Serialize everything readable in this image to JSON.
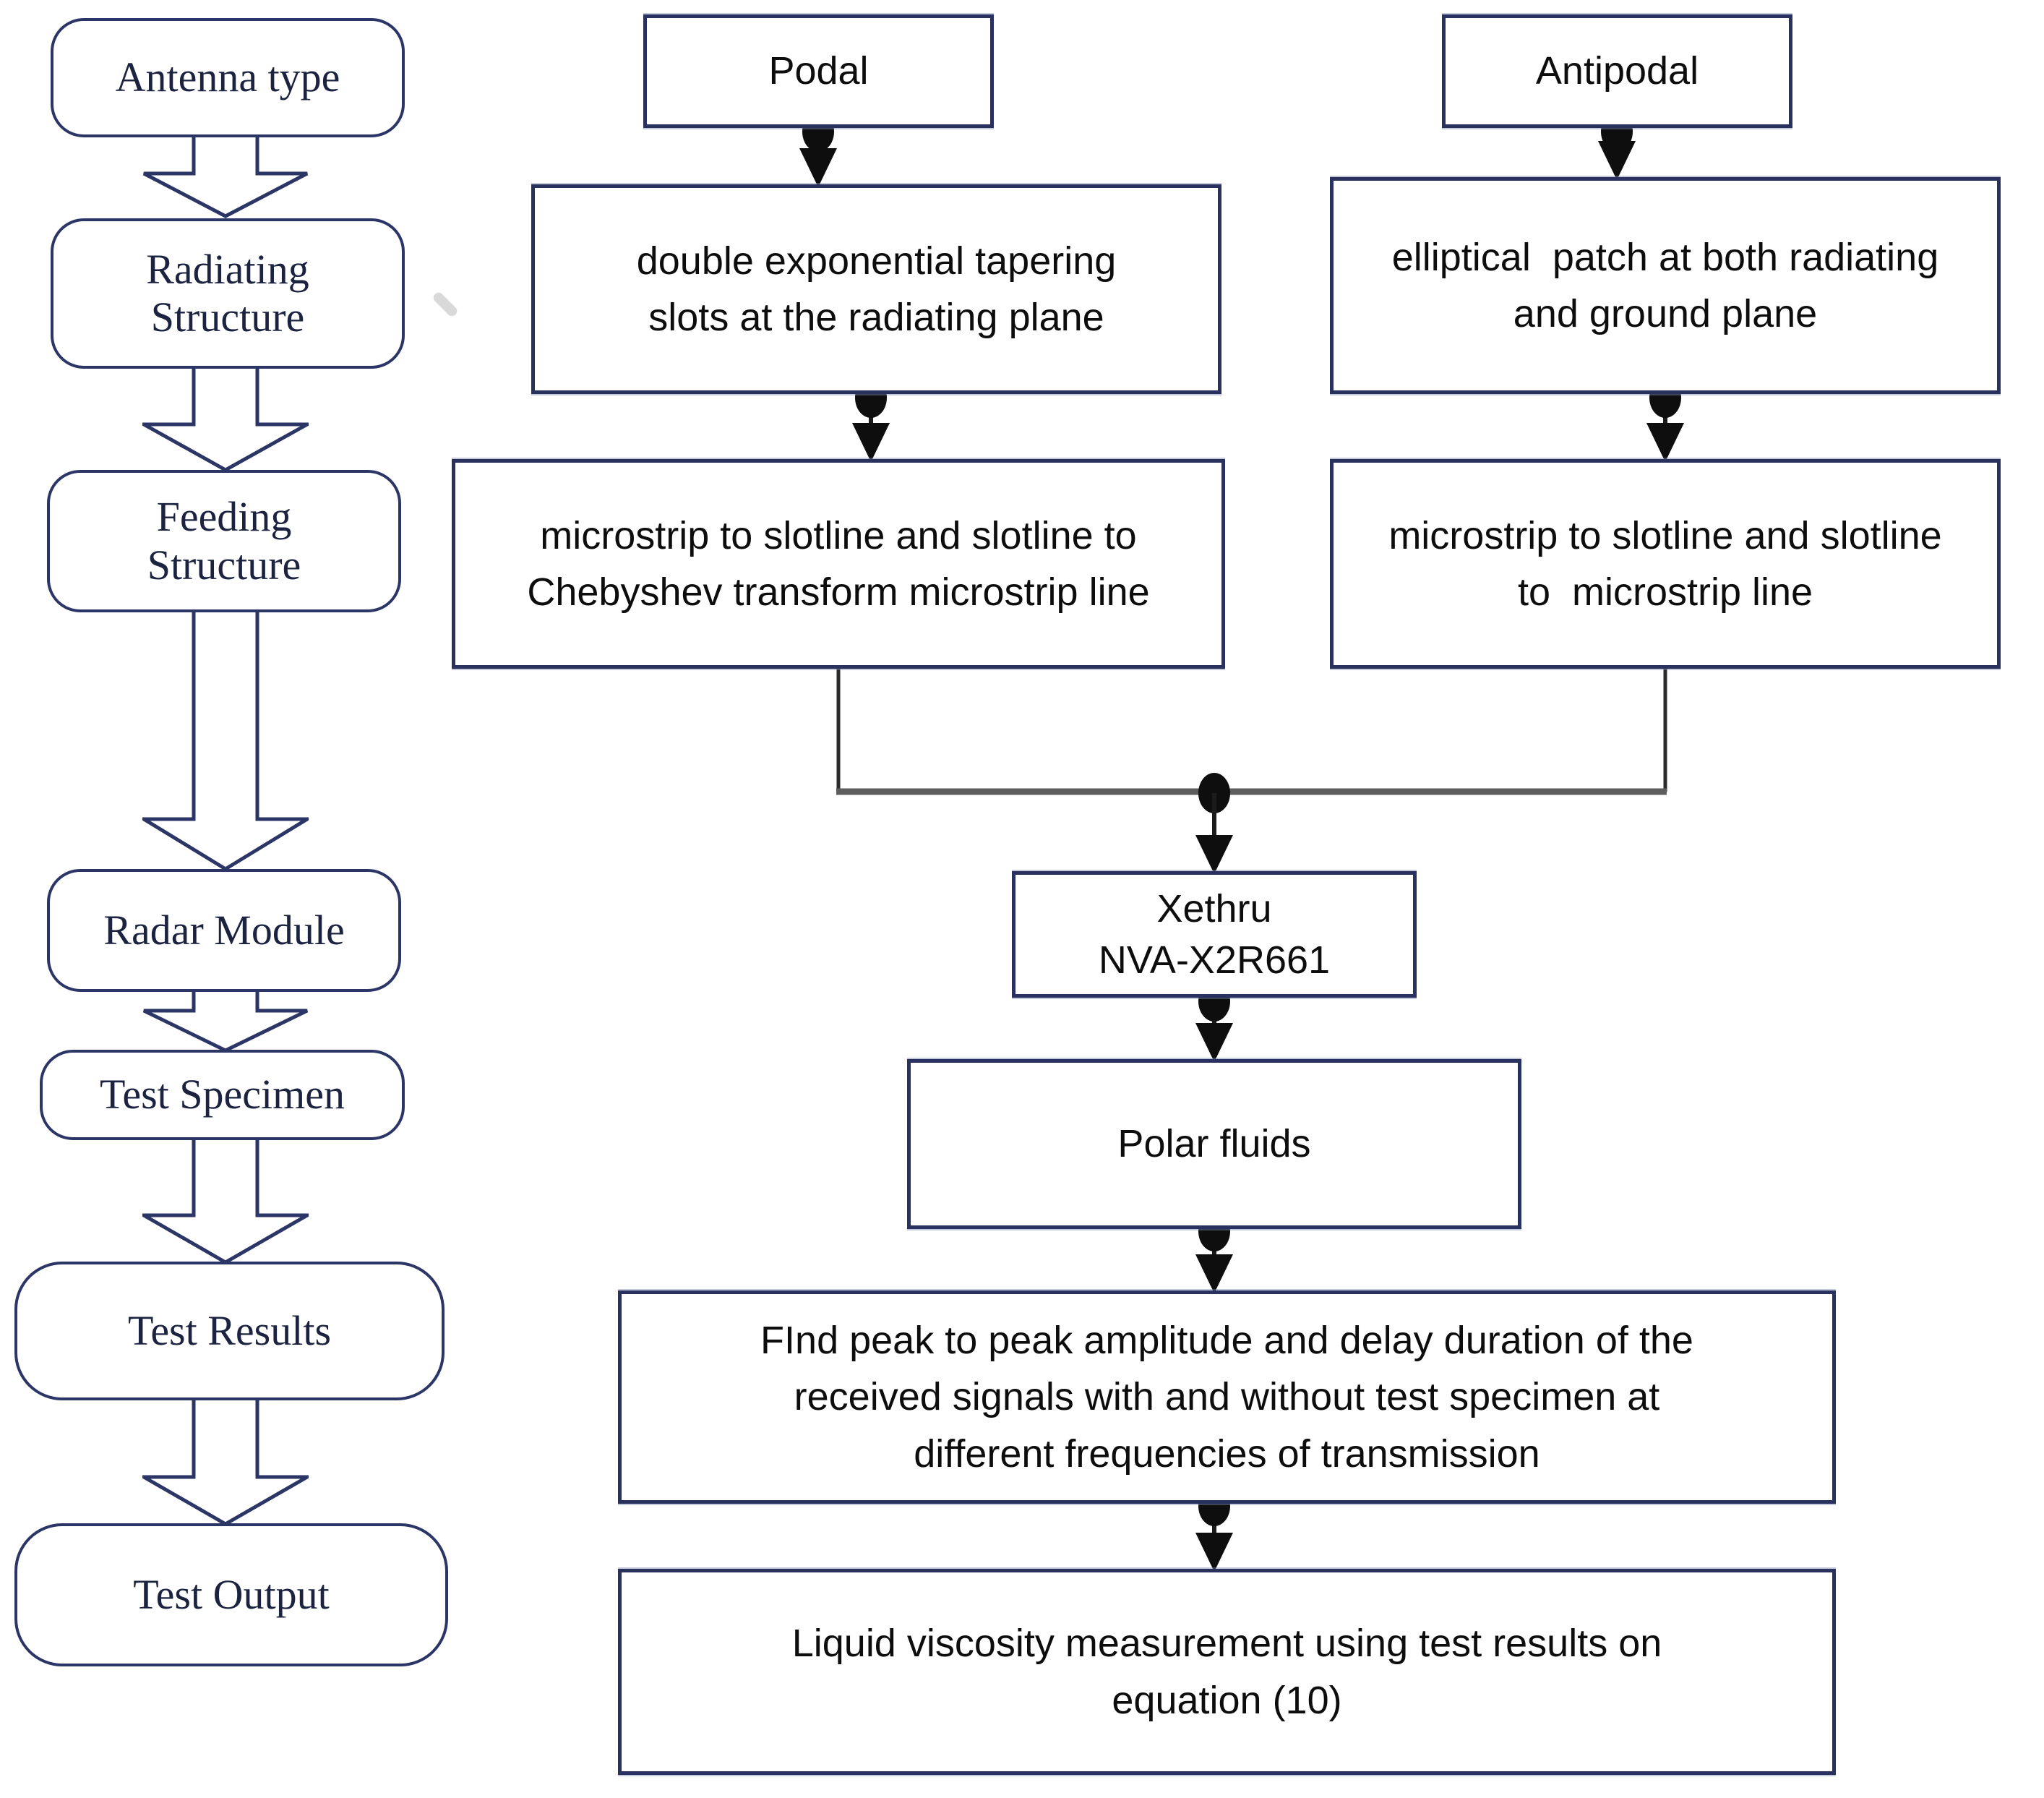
{
  "palette": {
    "box-border": "#29325f",
    "left-box-border": "#2b3566",
    "connector": "#1b1b1b",
    "merge-line": "#5d5d5d",
    "left-text": "#1c2340",
    "box-text": "#0d0d0d"
  },
  "flowchart": {
    "pipeline": [
      {
        "id": "antenna-type",
        "label": "Antenna type"
      },
      {
        "id": "radiating-structure",
        "label": "Radiating\nStructure"
      },
      {
        "id": "feeding-structure",
        "label": "Feeding\nStructure"
      },
      {
        "id": "radar-module",
        "label": "Radar Module"
      },
      {
        "id": "test-specimen",
        "label": "Test Specimen"
      },
      {
        "id": "test-results",
        "label": "Test Results"
      },
      {
        "id": "test-output",
        "label": "Test Output"
      }
    ],
    "branches": {
      "podal": {
        "title": "Podal",
        "radiating": "double exponential tapering\nslots at the radiating plane",
        "feeding": "microstrip to slotline and slotline to\nChebyshev transform microstrip line"
      },
      "antipodal": {
        "title": "Antipodal",
        "radiating": "elliptical  patch at both radiating\nand ground plane",
        "feeding": "microstrip to slotline and slotline\nto  microstrip line"
      }
    },
    "radar_module": "Xethru\nNVA-X2R661",
    "test_specimen": "Polar fluids",
    "test_results": "FInd peak to peak amplitude and delay duration of the\nreceived signals with and without test specimen at\ndifferent frequencies of transmission",
    "test_output": "Liquid viscosity measurement using test results on\nequation (10)"
  }
}
